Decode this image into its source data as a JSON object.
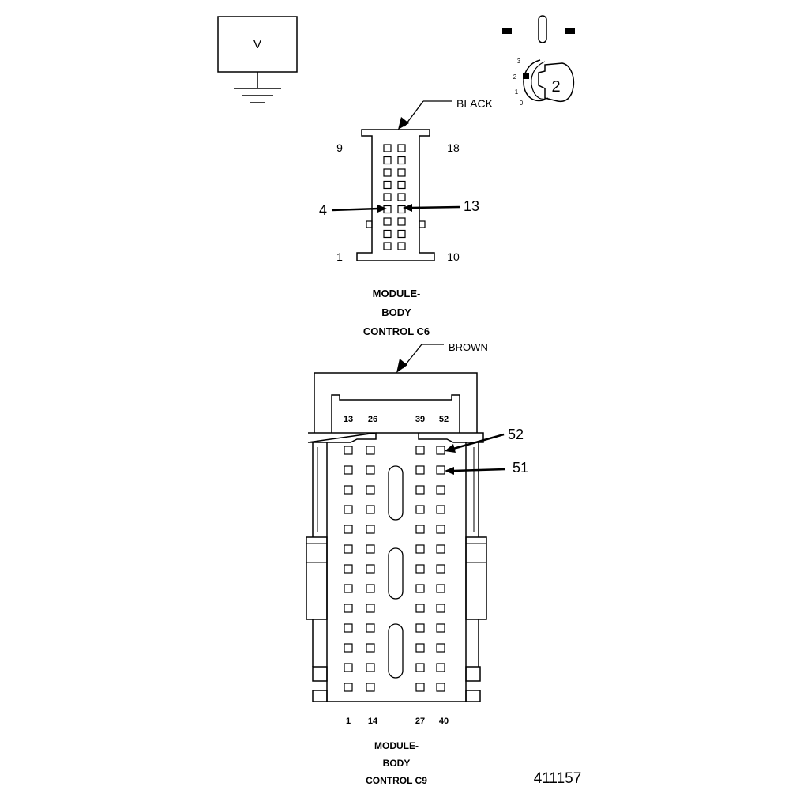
{
  "meter": {
    "symbol": "V"
  },
  "key_selector": {
    "positions": [
      "3",
      "2",
      "1",
      "0"
    ],
    "selected": "2"
  },
  "connector_c6": {
    "color_label": "BLACK",
    "corner_labels": {
      "top_left": "9",
      "top_right": "18",
      "bottom_left": "1",
      "bottom_right": "10"
    },
    "callouts": {
      "left": "4",
      "right": "13"
    },
    "title_lines": [
      "MODULE-",
      "BODY",
      "CONTROL C6"
    ]
  },
  "connector_c9": {
    "color_label": "BROWN",
    "top_labels": [
      "13",
      "26",
      "39",
      "52"
    ],
    "bottom_labels": [
      "1",
      "14",
      "27",
      "40"
    ],
    "callouts": {
      "upper": "52",
      "lower": "51"
    },
    "title_lines": [
      "MODULE-",
      "BODY",
      "CONTROL C9"
    ]
  },
  "figure_id": "411157"
}
